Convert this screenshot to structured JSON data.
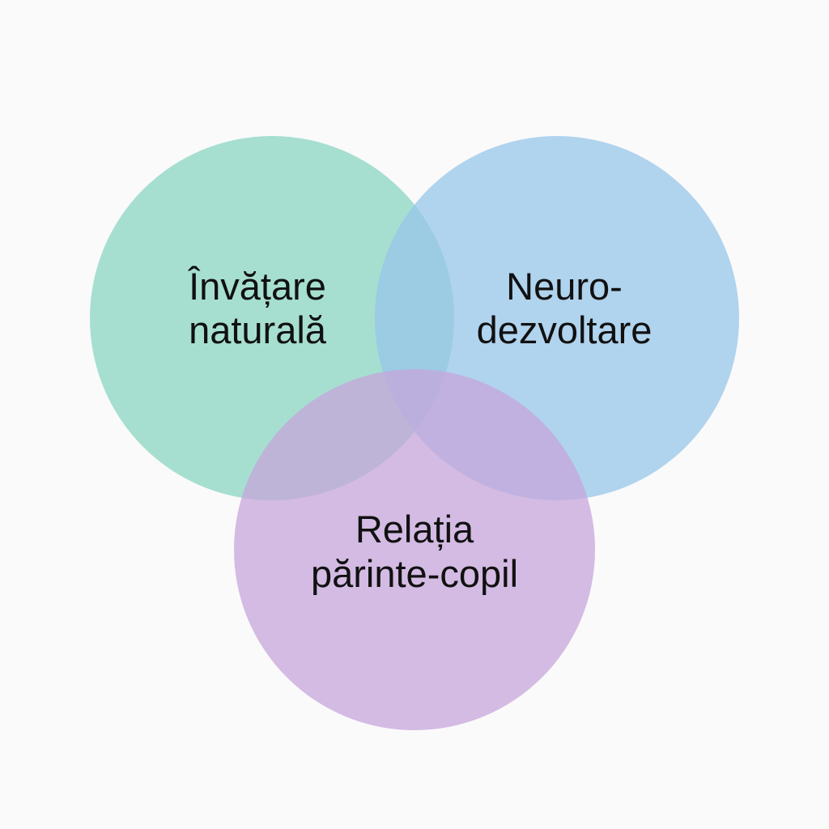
{
  "diagram": {
    "type": "venn",
    "sets": [
      {
        "id": "green",
        "label_lines": [
          "Învățare",
          "naturală"
        ],
        "color": "#8ad6c2"
      },
      {
        "id": "blue",
        "label_lines": [
          "Neuro-",
          "dezvoltare"
        ],
        "color": "#97c5ea"
      },
      {
        "id": "purple",
        "label_lines": [
          "Relația",
          "părinte-copil"
        ],
        "color": "#c5a6db"
      }
    ]
  }
}
